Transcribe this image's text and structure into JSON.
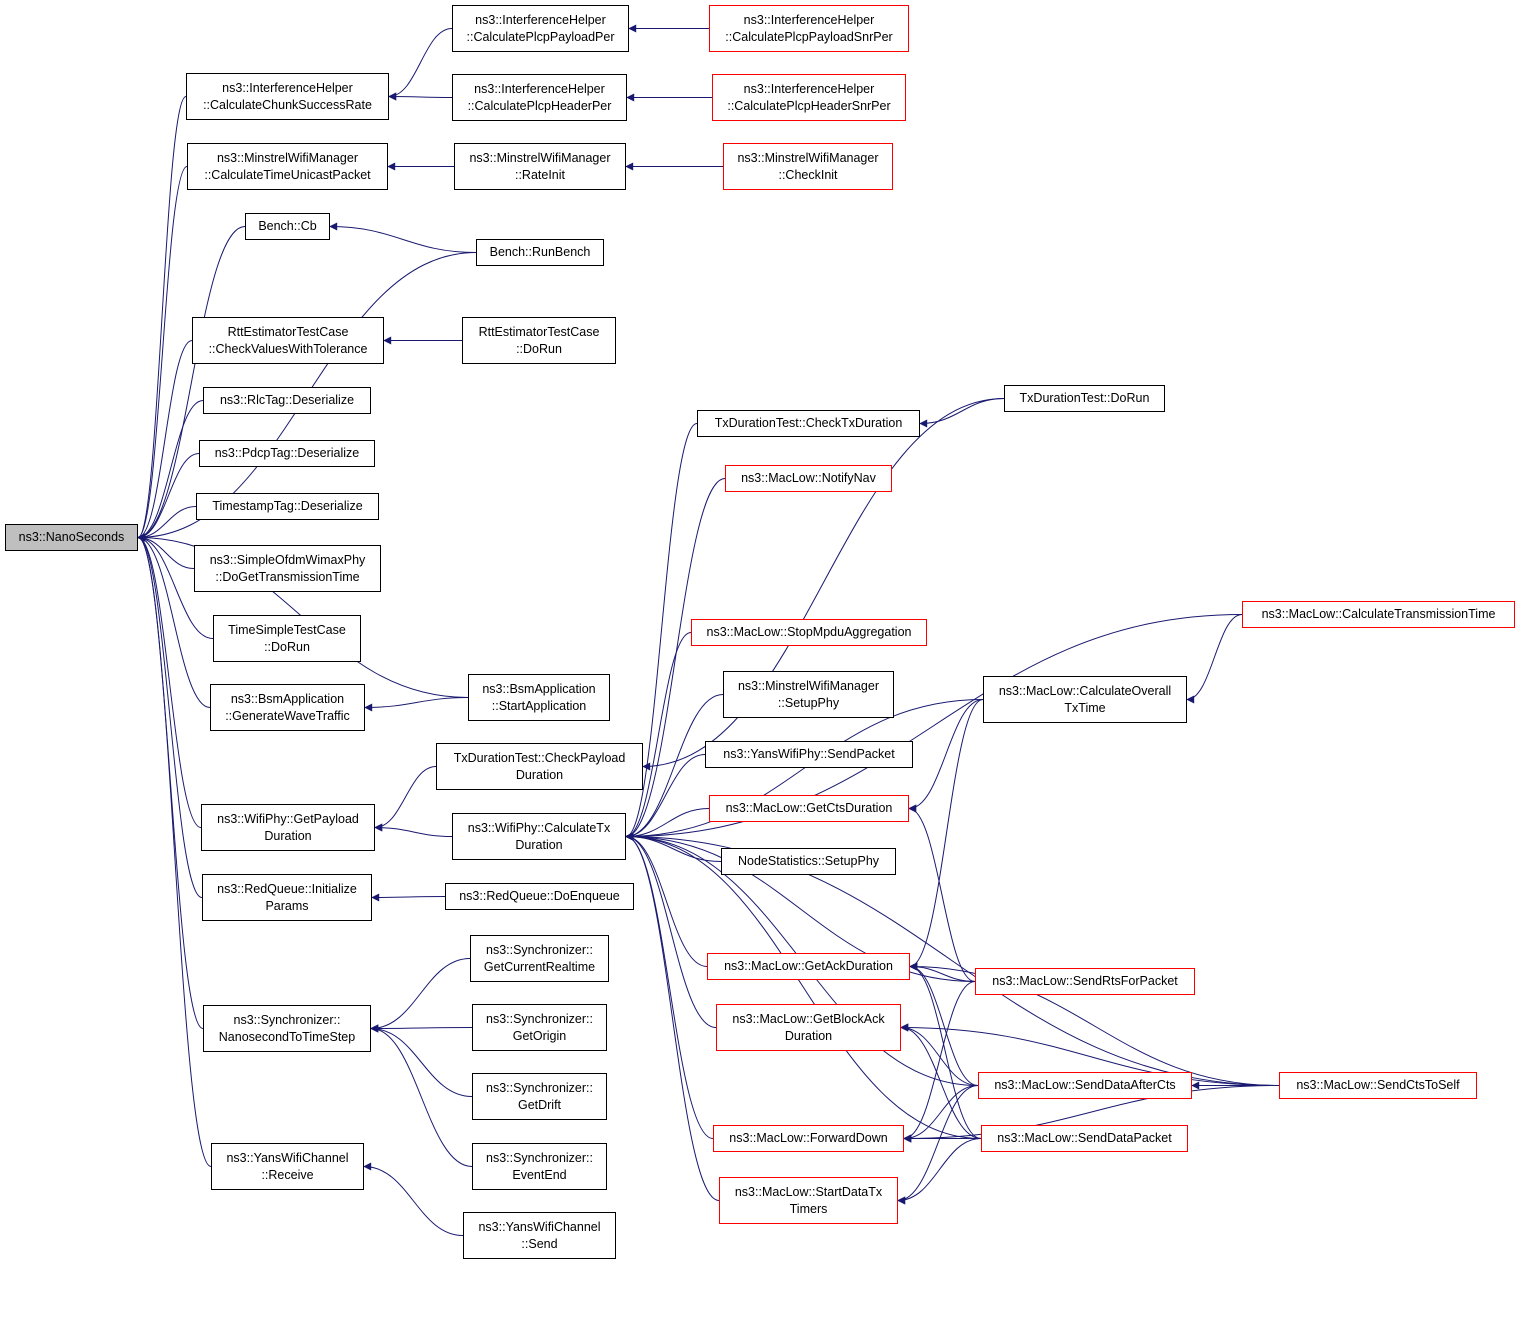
{
  "graph": {
    "edge_color": "#191970",
    "nodes": {
      "nanoseconds": {
        "lines": [
          "ns3::NanoSeconds"
        ],
        "style": "root"
      },
      "ih_chunk": {
        "lines": [
          "ns3::InterferenceHelper",
          "::CalculateChunkSuccessRate"
        ],
        "style": "black"
      },
      "ih_payload": {
        "lines": [
          "ns3::InterferenceHelper",
          "::CalculatePlcpPayloadPer"
        ],
        "style": "black"
      },
      "ih_payload_snr": {
        "lines": [
          "ns3::InterferenceHelper",
          "::CalculatePlcpPayloadSnrPer"
        ],
        "style": "red"
      },
      "ih_header": {
        "lines": [
          "ns3::InterferenceHelper",
          "::CalculatePlcpHeaderPer"
        ],
        "style": "black"
      },
      "ih_header_snr": {
        "lines": [
          "ns3::InterferenceHelper",
          "::CalculatePlcpHeaderSnrPer"
        ],
        "style": "red"
      },
      "mwm_calc": {
        "lines": [
          "ns3::MinstrelWifiManager",
          "::CalculateTimeUnicastPacket"
        ],
        "style": "black"
      },
      "mwm_rateinit": {
        "lines": [
          "ns3::MinstrelWifiManager",
          "::RateInit"
        ],
        "style": "black"
      },
      "mwm_checkinit": {
        "lines": [
          "ns3::MinstrelWifiManager",
          "::CheckInit"
        ],
        "style": "red"
      },
      "bench_cb": {
        "lines": [
          "Bench::Cb"
        ],
        "style": "black"
      },
      "bench_run": {
        "lines": [
          "Bench::RunBench"
        ],
        "style": "black"
      },
      "rtt_check": {
        "lines": [
          "RttEstimatorTestCase",
          "::CheckValuesWithTolerance"
        ],
        "style": "black"
      },
      "rtt_dorun": {
        "lines": [
          "RttEstimatorTestCase",
          "::DoRun"
        ],
        "style": "black"
      },
      "rlc": {
        "lines": [
          "ns3::RlcTag::Deserialize"
        ],
        "style": "black"
      },
      "pdcp": {
        "lines": [
          "ns3::PdcpTag::Deserialize"
        ],
        "style": "black"
      },
      "timestamp": {
        "lines": [
          "TimestampTag::Deserialize"
        ],
        "style": "black"
      },
      "wimax": {
        "lines": [
          "ns3::SimpleOfdmWimaxPhy",
          "::DoGetTransmissionTime"
        ],
        "style": "black"
      },
      "timesimple": {
        "lines": [
          "TimeSimpleTestCase",
          "::DoRun"
        ],
        "style": "black"
      },
      "bsm_gen": {
        "lines": [
          "ns3::BsmApplication",
          "::GenerateWaveTraffic"
        ],
        "style": "black"
      },
      "bsm_start": {
        "lines": [
          "ns3::BsmApplication",
          "::StartApplication"
        ],
        "style": "black"
      },
      "wp_payload": {
        "lines": [
          "ns3::WifiPhy::GetPayload",
          "Duration"
        ],
        "style": "black"
      },
      "txd_checkpayload": {
        "lines": [
          "TxDurationTest::CheckPayload",
          "Duration"
        ],
        "style": "black"
      },
      "wp_calctx": {
        "lines": [
          "ns3::WifiPhy::CalculateTx",
          "Duration"
        ],
        "style": "black"
      },
      "red_init": {
        "lines": [
          "ns3::RedQueue::Initialize",
          "Params"
        ],
        "style": "black"
      },
      "red_enqueue": {
        "lines": [
          "ns3::RedQueue::DoEnqueue"
        ],
        "style": "black"
      },
      "sync_n2t": {
        "lines": [
          "ns3::Synchronizer::",
          "NanosecondToTimeStep"
        ],
        "style": "black"
      },
      "sync_rt": {
        "lines": [
          "ns3::Synchronizer::",
          "GetCurrentRealtime"
        ],
        "style": "black"
      },
      "sync_origin": {
        "lines": [
          "ns3::Synchronizer::",
          "GetOrigin"
        ],
        "style": "black"
      },
      "sync_drift": {
        "lines": [
          "ns3::Synchronizer::",
          "GetDrift"
        ],
        "style": "black"
      },
      "sync_end": {
        "lines": [
          "ns3::Synchronizer::",
          "EventEnd"
        ],
        "style": "black"
      },
      "ywc_recv": {
        "lines": [
          "ns3::YansWifiChannel",
          "::Receive"
        ],
        "style": "black"
      },
      "ywc_send": {
        "lines": [
          "ns3::YansWifiChannel",
          "::Send"
        ],
        "style": "black"
      },
      "txd_checktx": {
        "lines": [
          "TxDurationTest::CheckTxDuration"
        ],
        "style": "black"
      },
      "txd_dorun": {
        "lines": [
          "TxDurationTest::DoRun"
        ],
        "style": "black"
      },
      "ml_notifynav": {
        "lines": [
          "ns3::MacLow::NotifyNav"
        ],
        "style": "red"
      },
      "ml_stopmpdu": {
        "lines": [
          "ns3::MacLow::StopMpduAggregation"
        ],
        "style": "red"
      },
      "mwm_setupphy": {
        "lines": [
          "ns3::MinstrelWifiManager",
          "::SetupPhy"
        ],
        "style": "black"
      },
      "ywp_send": {
        "lines": [
          "ns3::YansWifiPhy::SendPacket"
        ],
        "style": "black"
      },
      "ml_getcts": {
        "lines": [
          "ns3::MacLow::GetCtsDuration"
        ],
        "style": "red"
      },
      "nodestats": {
        "lines": [
          "NodeStatistics::SetupPhy"
        ],
        "style": "black"
      },
      "ml_calcoverall": {
        "lines": [
          "ns3::MacLow::CalculateOverall",
          "TxTime"
        ],
        "style": "black"
      },
      "ml_calctrans": {
        "lines": [
          "ns3::MacLow::CalculateTransmissionTime"
        ],
        "style": "red"
      },
      "ml_getack": {
        "lines": [
          "ns3::MacLow::GetAckDuration"
        ],
        "style": "red"
      },
      "ml_getblockack": {
        "lines": [
          "ns3::MacLow::GetBlockAck",
          "Duration"
        ],
        "style": "red"
      },
      "ml_forwarddown": {
        "lines": [
          "ns3::MacLow::ForwardDown"
        ],
        "style": "red"
      },
      "ml_startdatatx": {
        "lines": [
          "ns3::MacLow::StartDataTx",
          "Timers"
        ],
        "style": "red"
      },
      "ml_sendrts": {
        "lines": [
          "ns3::MacLow::SendRtsForPacket"
        ],
        "style": "red"
      },
      "ml_senddataaftercts": {
        "lines": [
          "ns3::MacLow::SendDataAfterCts"
        ],
        "style": "red"
      },
      "ml_senddatapacket": {
        "lines": [
          "ns3::MacLow::SendDataPacket"
        ],
        "style": "red"
      },
      "ml_sendctstoself": {
        "lines": [
          "ns3::MacLow::SendCtsToSelf"
        ],
        "style": "red"
      }
    },
    "edges": [
      [
        "ih_chunk",
        "nanoseconds"
      ],
      [
        "mwm_calc",
        "nanoseconds"
      ],
      [
        "bench_cb",
        "nanoseconds"
      ],
      [
        "bench_run",
        "nanoseconds"
      ],
      [
        "rtt_check",
        "nanoseconds"
      ],
      [
        "rlc",
        "nanoseconds"
      ],
      [
        "pdcp",
        "nanoseconds"
      ],
      [
        "timestamp",
        "nanoseconds"
      ],
      [
        "wimax",
        "nanoseconds"
      ],
      [
        "timesimple",
        "nanoseconds"
      ],
      [
        "bsm_gen",
        "nanoseconds"
      ],
      [
        "bsm_start",
        "nanoseconds"
      ],
      [
        "wp_payload",
        "nanoseconds"
      ],
      [
        "red_init",
        "nanoseconds"
      ],
      [
        "sync_n2t",
        "nanoseconds"
      ],
      [
        "ywc_recv",
        "nanoseconds"
      ],
      [
        "ih_payload",
        "ih_chunk"
      ],
      [
        "ih_header",
        "ih_chunk"
      ],
      [
        "ih_payload_snr",
        "ih_payload"
      ],
      [
        "ih_header_snr",
        "ih_header"
      ],
      [
        "mwm_rateinit",
        "mwm_calc"
      ],
      [
        "mwm_checkinit",
        "mwm_rateinit"
      ],
      [
        "bench_run",
        "bench_cb"
      ],
      [
        "rtt_dorun",
        "rtt_check"
      ],
      [
        "bsm_start",
        "bsm_gen"
      ],
      [
        "txd_checkpayload",
        "wp_payload"
      ],
      [
        "wp_calctx",
        "wp_payload"
      ],
      [
        "red_enqueue",
        "red_init"
      ],
      [
        "sync_rt",
        "sync_n2t"
      ],
      [
        "sync_origin",
        "sync_n2t"
      ],
      [
        "sync_drift",
        "sync_n2t"
      ],
      [
        "sync_end",
        "sync_n2t"
      ],
      [
        "ywc_send",
        "ywc_recv"
      ],
      [
        "txd_dorun",
        "txd_checkpayload"
      ],
      [
        "txd_dorun",
        "txd_checktx"
      ],
      [
        "txd_checktx",
        "wp_calctx"
      ],
      [
        "ml_notifynav",
        "wp_calctx"
      ],
      [
        "ml_calctrans",
        "wp_calctx"
      ],
      [
        "ml_calcoverall",
        "wp_calctx"
      ],
      [
        "ml_stopmpdu",
        "wp_calctx"
      ],
      [
        "mwm_setupphy",
        "wp_calctx"
      ],
      [
        "ywp_send",
        "wp_calctx"
      ],
      [
        "ml_getcts",
        "wp_calctx"
      ],
      [
        "nodestats",
        "wp_calctx"
      ],
      [
        "ml_getack",
        "wp_calctx"
      ],
      [
        "ml_getblockack",
        "wp_calctx"
      ],
      [
        "ml_forwarddown",
        "wp_calctx"
      ],
      [
        "ml_startdatatx",
        "wp_calctx"
      ],
      [
        "ml_sendrts",
        "wp_calctx"
      ],
      [
        "ml_senddataaftercts",
        "wp_calctx"
      ],
      [
        "ml_senddatapacket",
        "wp_calctx"
      ],
      [
        "ml_sendctstoself",
        "wp_calctx"
      ],
      [
        "ml_calctrans",
        "ml_calcoverall"
      ],
      [
        "ml_calcoverall",
        "ml_getcts"
      ],
      [
        "ml_calcoverall",
        "ml_getack"
      ],
      [
        "ml_sendrts",
        "ml_getcts"
      ],
      [
        "ml_sendrts",
        "ml_getack"
      ],
      [
        "ml_senddataaftercts",
        "ml_getack"
      ],
      [
        "ml_senddatapacket",
        "ml_getack"
      ],
      [
        "ml_sendctstoself",
        "ml_getack"
      ],
      [
        "ml_senddataaftercts",
        "ml_getblockack"
      ],
      [
        "ml_senddatapacket",
        "ml_getblockack"
      ],
      [
        "ml_sendctstoself",
        "ml_getblockack"
      ],
      [
        "ml_sendrts",
        "ml_forwarddown"
      ],
      [
        "ml_senddataaftercts",
        "ml_forwarddown"
      ],
      [
        "ml_senddatapacket",
        "ml_forwarddown"
      ],
      [
        "ml_sendctstoself",
        "ml_forwarddown"
      ],
      [
        "ml_senddataaftercts",
        "ml_startdatatx"
      ],
      [
        "ml_senddatapacket",
        "ml_startdatatx"
      ],
      [
        "ml_sendctstoself",
        "ml_senddataaftercts"
      ]
    ]
  }
}
